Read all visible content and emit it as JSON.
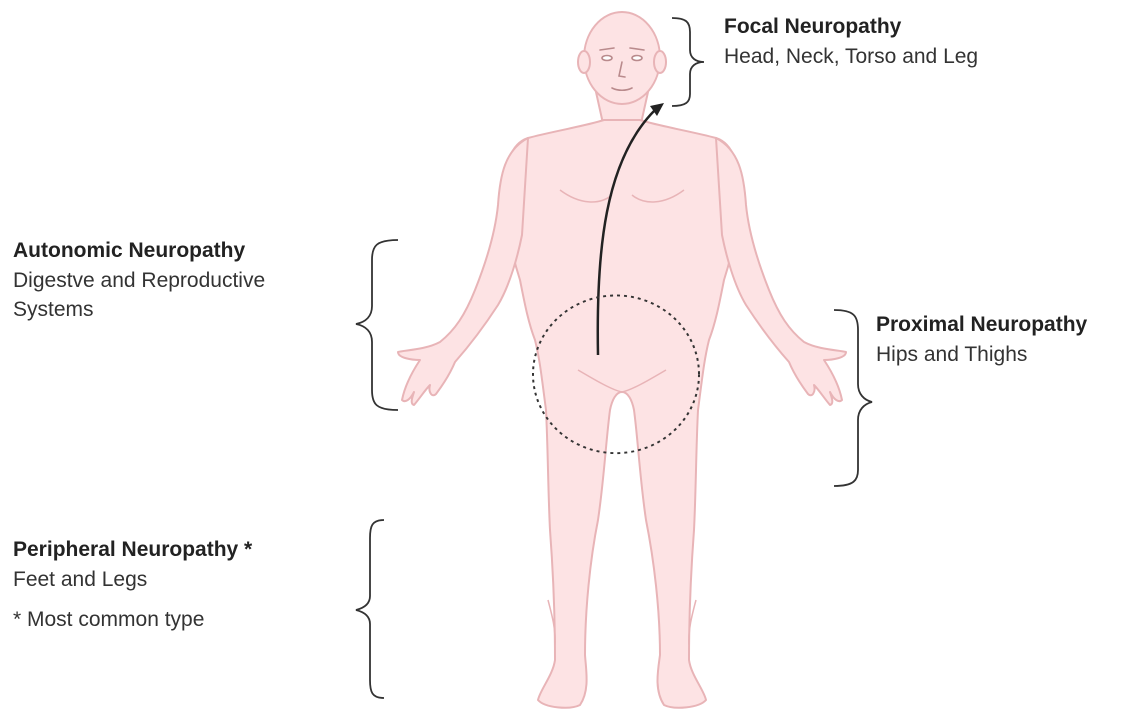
{
  "labels": {
    "focal": {
      "title": "Focal Neuropathy",
      "description": "Head, Neck, Torso and Leg"
    },
    "autonomic": {
      "title": "Autonomic Neuropathy",
      "description_line1": "Digestve and Reproductive",
      "description_line2": "Systems"
    },
    "proximal": {
      "title": "Proximal Neuropathy",
      "description": "Hips and Thighs"
    },
    "peripheral": {
      "title": "Peripheral Neuropathy *",
      "description": "Feet and Legs",
      "note": "* Most common type"
    }
  },
  "colors": {
    "skin": "#fde3e4",
    "skin_outline": "#e8b4b7",
    "skin_shadow": "#f4c9cc",
    "bracket": "#333333",
    "arrow": "#222222",
    "dotted_circle": "#333333"
  },
  "icons": [
    "human-body-figure",
    "curved-arrow",
    "dotted-circle",
    "curly-bracket"
  ]
}
